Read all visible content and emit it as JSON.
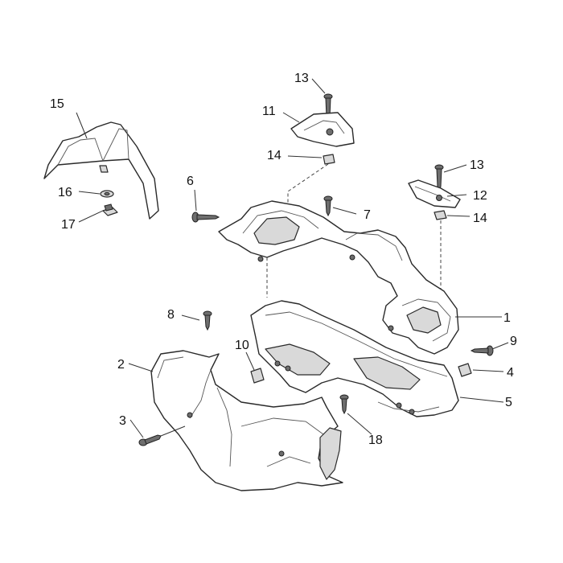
{
  "callouts": {
    "c1": "1",
    "c2": "2",
    "c3": "3",
    "c4": "4",
    "c5": "5",
    "c6": "6",
    "c7": "7",
    "c8": "8",
    "c9": "9",
    "c10": "10",
    "c11": "11",
    "c12": "12",
    "c13a": "13",
    "c13b": "13",
    "c14a": "14",
    "c14b": "14",
    "c15": "15",
    "c16": "16",
    "c17": "17",
    "c18": "18"
  }
}
